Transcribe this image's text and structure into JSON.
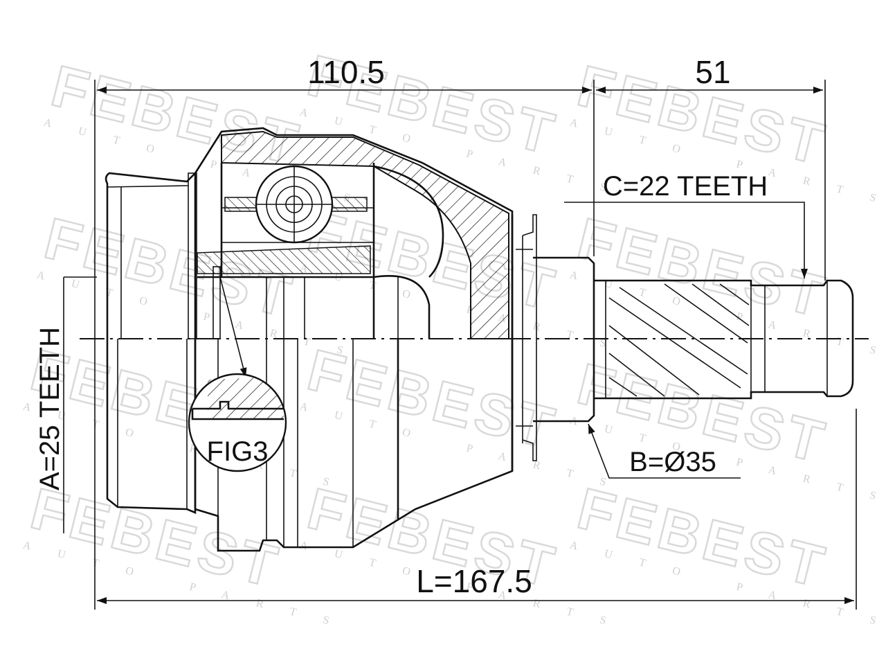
{
  "drawing": {
    "dimension_top_left": "110.5",
    "dimension_top_right": "51",
    "label_c": "C=22 TEETH",
    "label_b": "B=Ø35",
    "label_a": "A=25 TEETH",
    "label_l": "L=167.5",
    "label_fig": "FIG3"
  },
  "watermark": {
    "brand": "FEBEST",
    "sub": "AUTO PARTS"
  }
}
